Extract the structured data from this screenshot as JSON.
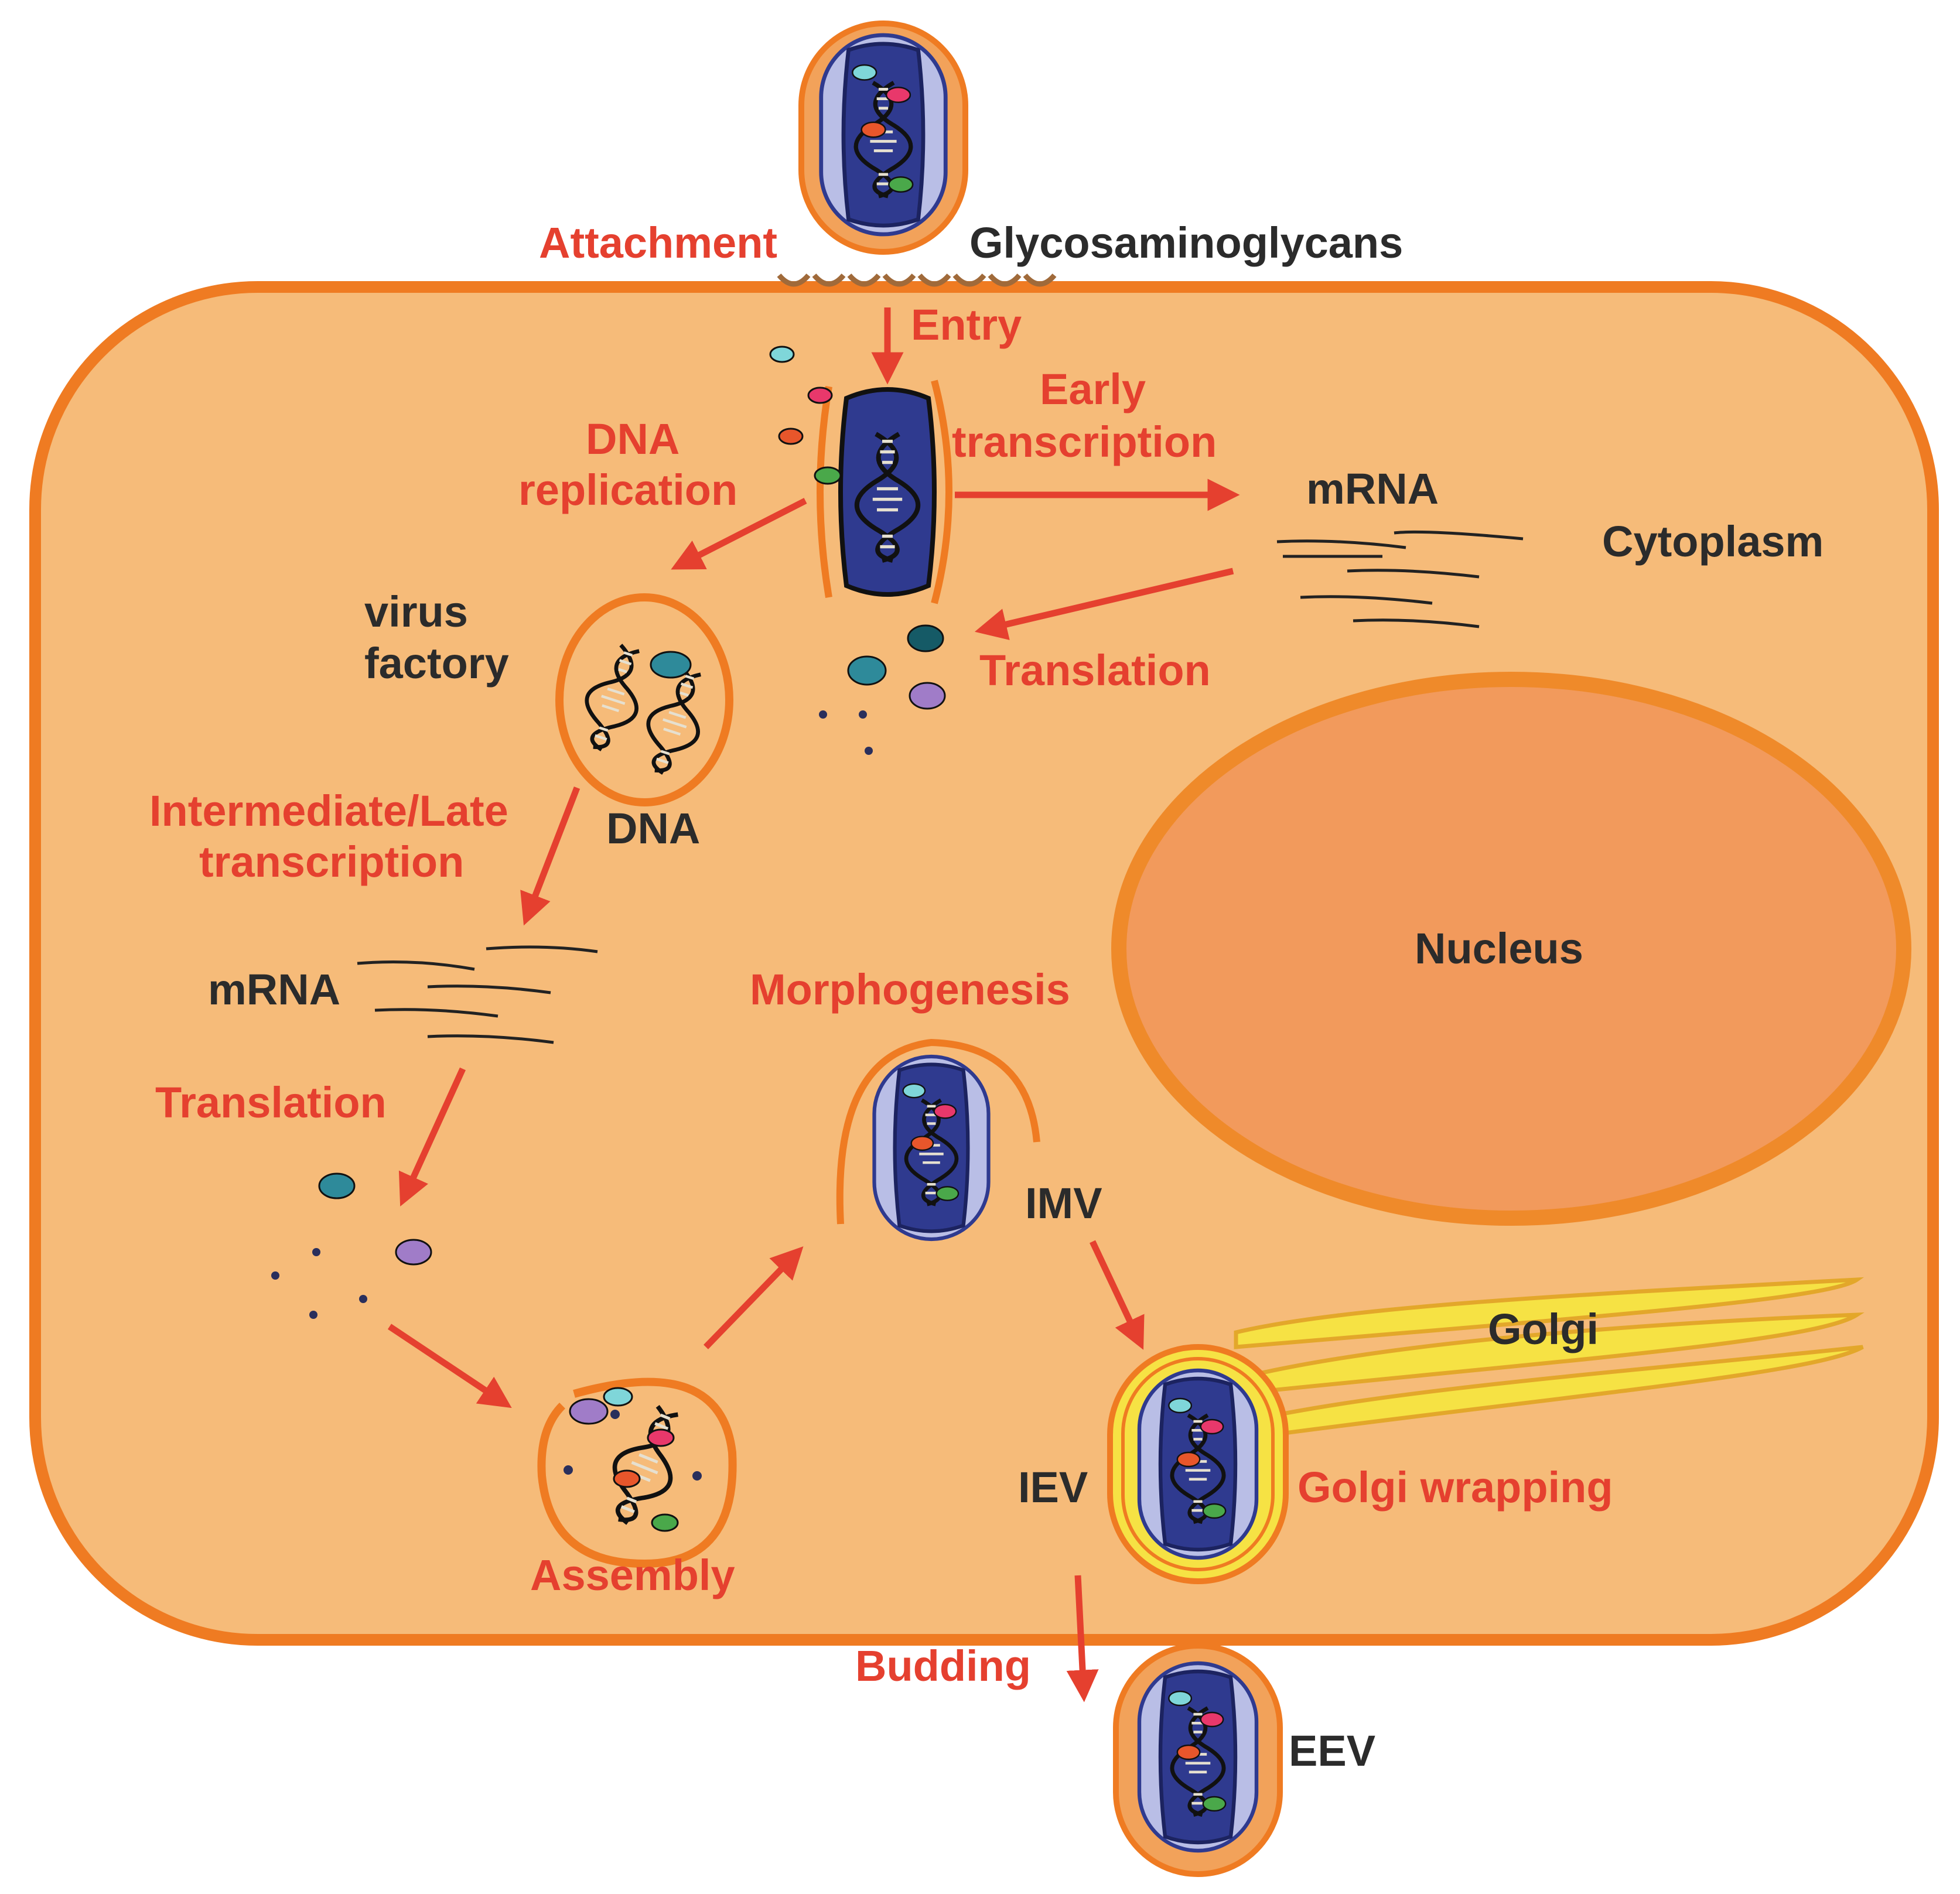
{
  "labels": {
    "attachment": "Attachment",
    "glycosaminoglycans": "Glycosaminoglycans",
    "entry": "Entry",
    "early_transcription_1": "Early",
    "early_transcription_2": "transcription",
    "dna_replication_1": "DNA",
    "dna_replication_2": "replication",
    "mrna_early": "mRNA",
    "cytoplasm": "Cytoplasm",
    "virus_factory_1": "virus",
    "virus_factory_2": "factory",
    "translation_early": "Translation",
    "dna": "DNA",
    "intermediate_late_1": "Intermediate/Late",
    "intermediate_late_2": "transcription",
    "nucleus": "Nucleus",
    "mrna_late": "mRNA",
    "morphogenesis": "Morphogenesis",
    "translation_late": "Translation",
    "imv": "IMV",
    "golgi": "Golgi",
    "iev": "IEV",
    "golgi_wrapping": "Golgi wrapping",
    "assembly": "Assembly",
    "budding": "Budding",
    "eev": "EEV"
  },
  "colors": {
    "cell_fill": "#f6bb79",
    "cell_border": "#ef7b22",
    "nucleus_fill": "#f29a5c",
    "nucleus_border": "#ef8a2a",
    "arrow": "#e5402f",
    "label_red": "#e5402f",
    "label_dark": "#2b2b2b",
    "virion_outer": "#f29a4f",
    "virion_membrane": "#b9bee6",
    "virion_core": "#2f3a8f",
    "golgi": "#f6e244",
    "protein_cyan": "#7fd6d9",
    "protein_pink": "#e8386b",
    "protein_orange": "#e8562b",
    "protein_green": "#4aa84a",
    "protein_teal": "#2e8a9a",
    "protein_purple": "#a07cc8",
    "dot": "#2a2f5c"
  }
}
